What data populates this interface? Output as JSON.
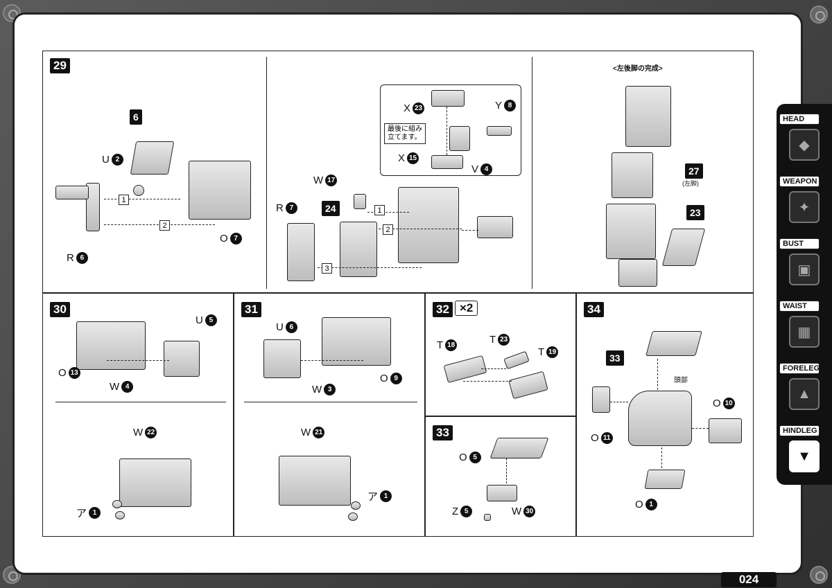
{
  "page": {
    "number": "024"
  },
  "sidebar": {
    "tabs": [
      {
        "label": "HEAD",
        "icon": "head-icon"
      },
      {
        "label": "WEAPON",
        "icon": "weapon-icon"
      },
      {
        "label": "BUST",
        "icon": "bust-icon"
      },
      {
        "label": "WAIST",
        "icon": "waist-icon"
      },
      {
        "label": "FORELEG",
        "icon": "foreleg-icon"
      },
      {
        "label": "HINDLEG",
        "icon": "hindleg-icon",
        "active": true
      }
    ]
  },
  "steps": {
    "s29": {
      "num": "29",
      "labels": {
        "p6": "6",
        "u": "U",
        "u_n": "2",
        "r": "R",
        "r_n": "6",
        "o": "O",
        "o_n": "7",
        "r2": "R",
        "r2_n": "7",
        "w": "W",
        "w_n": "17",
        "p24": "24",
        "x1": "X",
        "x1_n": "23",
        "y": "Y",
        "y_n": "8",
        "x2": "X",
        "x2_n": "15",
        "v": "V",
        "v_n": "4",
        "note": "最後に組み\n立てます。",
        "b1": "1",
        "b2": "2",
        "b3": "3",
        "b1b": "1",
        "b2b": "2"
      },
      "complete": "<左後脚の完成>",
      "p27": "27",
      "p27_sub": "(左脚)",
      "p23": "23"
    },
    "s30": {
      "num": "30",
      "labels": {
        "u": "U",
        "u_n": "5",
        "o": "O",
        "o_n": "13",
        "w": "W",
        "w_n": "4",
        "w2": "W",
        "w2_n": "22",
        "a": "ア",
        "a_n": "1"
      }
    },
    "s31": {
      "num": "31",
      "labels": {
        "u": "U",
        "u_n": "6",
        "o": "O",
        "o_n": "9",
        "w": "W",
        "w_n": "3",
        "w2": "W",
        "w2_n": "21",
        "a": "ア",
        "a_n": "1"
      }
    },
    "s32": {
      "num": "32",
      "mult": "×2",
      "labels": {
        "t1": "T",
        "t1_n": "18",
        "t2": "T",
        "t2_n": "23",
        "t3": "T",
        "t3_n": "19"
      }
    },
    "s33": {
      "num": "33",
      "labels": {
        "o": "O",
        "o_n": "5",
        "z": "Z",
        "z_n": "5",
        "w": "W",
        "w_n": "30"
      }
    },
    "s34": {
      "num": "34",
      "labels": {
        "p33": "33",
        "head": "頭部",
        "o1": "O",
        "o1_n": "10",
        "o2": "O",
        "o2_n": "11",
        "o3": "O",
        "o3_n": "1"
      }
    }
  }
}
